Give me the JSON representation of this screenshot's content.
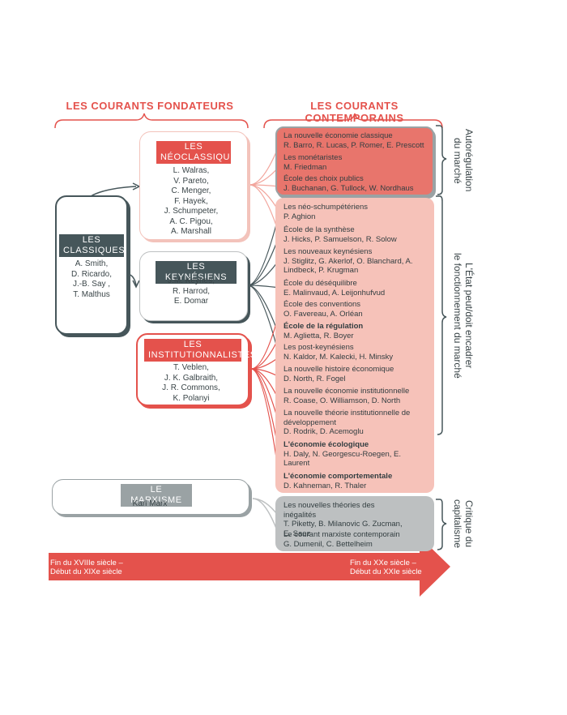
{
  "headers": {
    "fondateurs": "LES COURANTS FONDATEURS",
    "contemporains": "LES COURANTS CONTEMPORAINS"
  },
  "fondateurs": {
    "classiques": {
      "title": [
        "LES",
        "CLASSIQUES"
      ],
      "names": [
        "A. Smith,",
        "D. Ricardo,",
        "J.-B. Say ,",
        "T. Malthus"
      ]
    },
    "neoclassiques": {
      "title": [
        "LES",
        "NÉOCLASSIQUES"
      ],
      "names": [
        "L. Walras,",
        "V. Pareto,",
        "C. Menger,",
        "F. Hayek,",
        "J. Schumpeter,",
        "A. C. Pigou,",
        "A. Marshall"
      ]
    },
    "keynesiens": {
      "title": "LES KEYNÉSIENS",
      "names": [
        "J.M. Keynes,",
        "R. Harrod,",
        "E. Domar"
      ]
    },
    "institutionnalistes": {
      "title": [
        "LES",
        "INSTITUTIONNALISTES"
      ],
      "names": [
        "T. Veblen,",
        "J. K. Galbraith,",
        "J. R. Commons,",
        "K. Polanyi"
      ]
    },
    "marxisme": {
      "title": "LE MARXISME",
      "names": [
        "Karl Marx"
      ]
    }
  },
  "contemporains": {
    "autoregulation": [
      {
        "school": "La nouvelle économie classique",
        "authors": "R. Barro, R. Lucas, P. Romer, E. Prescott"
      },
      {
        "school": "Les monétaristes",
        "authors": "M. Friedman"
      },
      {
        "school": "École des choix publics",
        "authors": "J. Buchanan, G. Tullock, W. Nordhaus"
      }
    ],
    "encadrement": [
      {
        "school": "Les néo-schumpétériens",
        "authors": "P. Aghion"
      },
      {
        "school": "École de la synthèse",
        "authors": "J. Hicks, P. Samuelson, R. Solow"
      },
      {
        "school": "Les nouveaux keynésiens",
        "authors": "J. Stiglitz, G. Akerlof, O. Blanchard, A. Lindbeck, P. Krugman"
      },
      {
        "school": "École du déséquilibre",
        "authors": "E. Malinvaud, A. Leijonhufvud"
      },
      {
        "school": "École des conventions",
        "authors": "O. Favereau, A. Orléan"
      },
      {
        "school": "École de la régulation",
        "authors": "M. Aglietta, R. Boyer",
        "bold": true
      },
      {
        "school": "Les post-keynésiens",
        "authors": "N. Kaldor, M. Kalecki, H. Minsky"
      },
      {
        "school": "La nouvelle histoire économique",
        "authors": "D. North, R. Fogel"
      },
      {
        "school": "La nouvelle économie institutionnelle",
        "authors": "R. Coase, O. Williamson, D. North"
      },
      {
        "school": "La nouvelle théorie institutionnelle de développement",
        "authors": "D. Rodrik, D. Acemoglu"
      },
      {
        "school": "L'économie écologique",
        "authors": "H. Daly, N. Georgescu-Roegen, E. Laurent",
        "bold": true
      },
      {
        "school": "L'économie comportementale",
        "authors": "D. Kahneman, R. Thaler",
        "bold": true
      }
    ],
    "critique": [
      {
        "school": "Les nouvelles théories des inégalités",
        "authors": "T. Piketty, B. Milanovic G. Zucman, E. Saez"
      },
      {
        "school": "Le courant marxiste contemporain",
        "authors": "G. Dumenil, C. Bettelheim"
      }
    ]
  },
  "side_labels": {
    "autoregulation": [
      "Autorégulation",
      "du marché"
    ],
    "encadrement": [
      "L'État peut/doit encadrer",
      "le fonctionnement du marché"
    ],
    "critique": [
      "Critique du",
      "capitalisme"
    ]
  },
  "timeline": {
    "start": [
      "Fin du XVIIIe siècle –",
      "Début du XIXe siècle"
    ],
    "end": [
      "Fin du XXe siècle –",
      "Début du XXIe siècle"
    ]
  },
  "colors": {
    "red": "#e4524c",
    "dark_red_panel": "#e8756c",
    "light_red_panel": "#f6c2b9",
    "grey_panel": "#bdc0c1",
    "dark": "#46565a"
  }
}
